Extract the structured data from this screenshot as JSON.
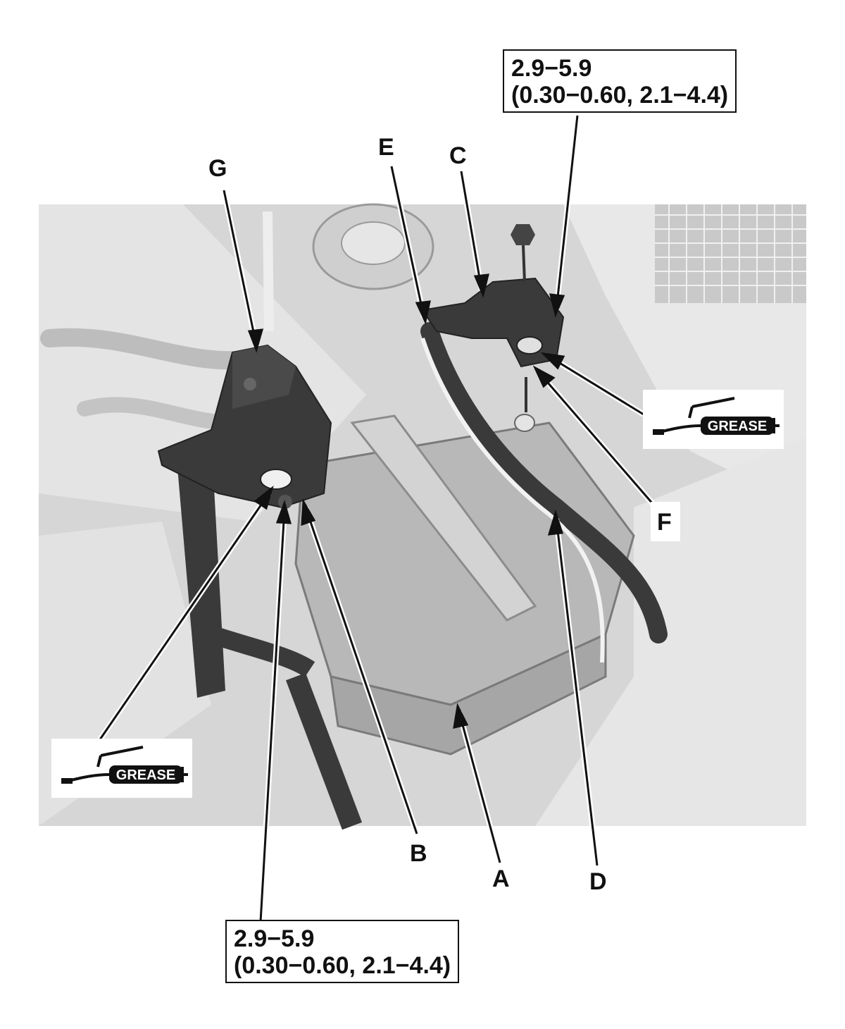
{
  "callouts": {
    "A": "A",
    "B": "B",
    "C": "C",
    "D": "D",
    "E": "E",
    "F": "F",
    "G": "G"
  },
  "torque_spec_top": {
    "line1": "2.9−5.9",
    "line2": "(0.30−0.60, 2.1−4.4)"
  },
  "torque_spec_bottom": {
    "line1": "2.9−5.9",
    "line2": "(0.30−0.60, 2.1−4.4)"
  },
  "grease_label": "GREASE",
  "colors": {
    "photo_background": "#d9d9d9",
    "component_dark": "#3a3a3a",
    "line": "#111111"
  }
}
